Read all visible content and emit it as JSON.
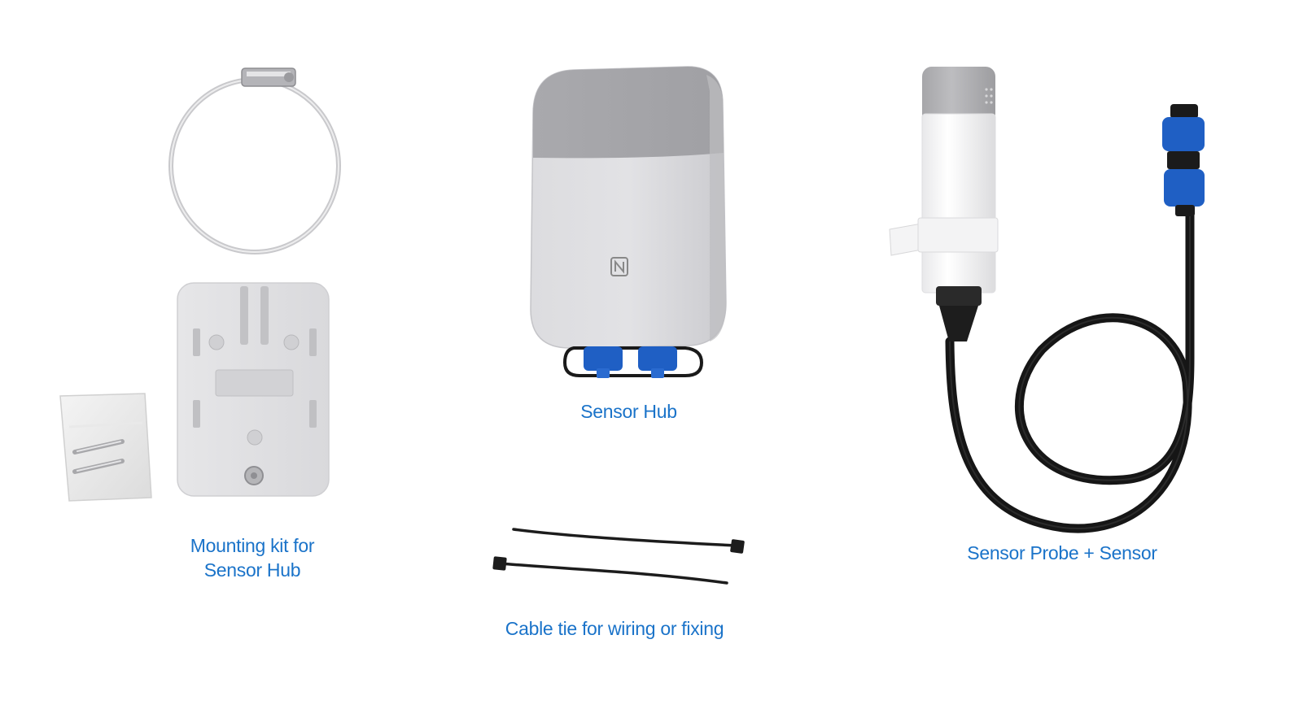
{
  "products": [
    {
      "caption": "Mounting kit for\nSensor Hub"
    },
    {
      "caption": "Sensor Hub"
    },
    {
      "caption": "Cable tie for wiring or fixing"
    },
    {
      "caption": "Sensor Probe + Sensor"
    }
  ],
  "colors": {
    "caption": "#1a73c9",
    "connector_blue": "#1f5fc4",
    "device_grey": "#cfd0d3",
    "cable_black": "#161616"
  }
}
